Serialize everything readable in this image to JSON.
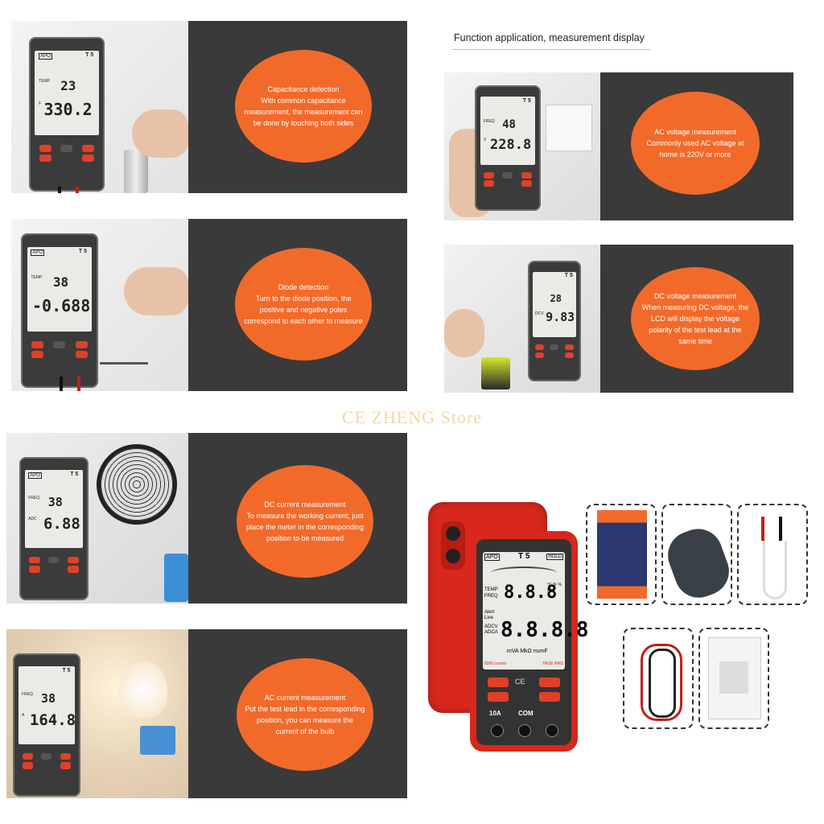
{
  "header": {
    "title": "Function application, measurement display"
  },
  "watermark": "CE ZHENG Store",
  "panels": [
    {
      "id": "capacitance",
      "text": "Capacitance detection\nWith common capacitance measurement, the measurement can be done by touching both sides",
      "temp": "23",
      "reading": "330.2",
      "lab1": "TEMP",
      "lab2": "F"
    },
    {
      "id": "diode",
      "text": "Diode detection\nTurn to the diode position, the positive and negative poles correspond to each other to measure",
      "temp": "38",
      "reading": "-0.688",
      "lab1": "TEMP",
      "lab2": ""
    },
    {
      "id": "dc-current",
      "text": "DC current measurement\nTo measure the working current, just place the meter in the corresponding position to be measured",
      "temp": "38",
      "reading": "6.88",
      "lab1": "FREQ",
      "lab2": "ADC"
    },
    {
      "id": "ac-current",
      "text": "AC current measurement\nPut the test lead in the corresponding position, you can measure the current of the bulb",
      "temp": "38",
      "reading": "164.8",
      "lab1": "FREQ",
      "lab2": "A"
    },
    {
      "id": "ac-voltage",
      "text": "AC voltage measurement\nCommonly used AC voltage at home is 220V or more",
      "temp": "48",
      "reading": "228.8",
      "lab1": "FREQ",
      "lab2": "V"
    },
    {
      "id": "dc-voltage",
      "text": "DC voltage measurement\nWhen measuring DC voltage, the LCD will display the voltage polarity of the test lead at the same time",
      "temp": "28",
      "reading": "9.83",
      "lab1": "",
      "lab2": "DCV"
    }
  ],
  "meter": {
    "brand": "APO",
    "model": "T 5",
    "hold": "HOLD",
    "big_top": "8.8.8",
    "big_bottom": "8.8.8.8",
    "units": "mVA MkΩ numF",
    "counts": "6000 counts",
    "true_rms": "TRUE RMS",
    "label_10a": "10A",
    "label_com": "COM",
    "labels_left": [
      "TEMP",
      "FREQ",
      "Alert",
      "Live",
      "ADCV",
      "ADCA"
    ],
    "units_top": "°C °F % MHz"
  },
  "colors": {
    "accent": "#f26a2a",
    "dark_panel": "#3a3a3a",
    "meter_red": "#d8281c"
  }
}
